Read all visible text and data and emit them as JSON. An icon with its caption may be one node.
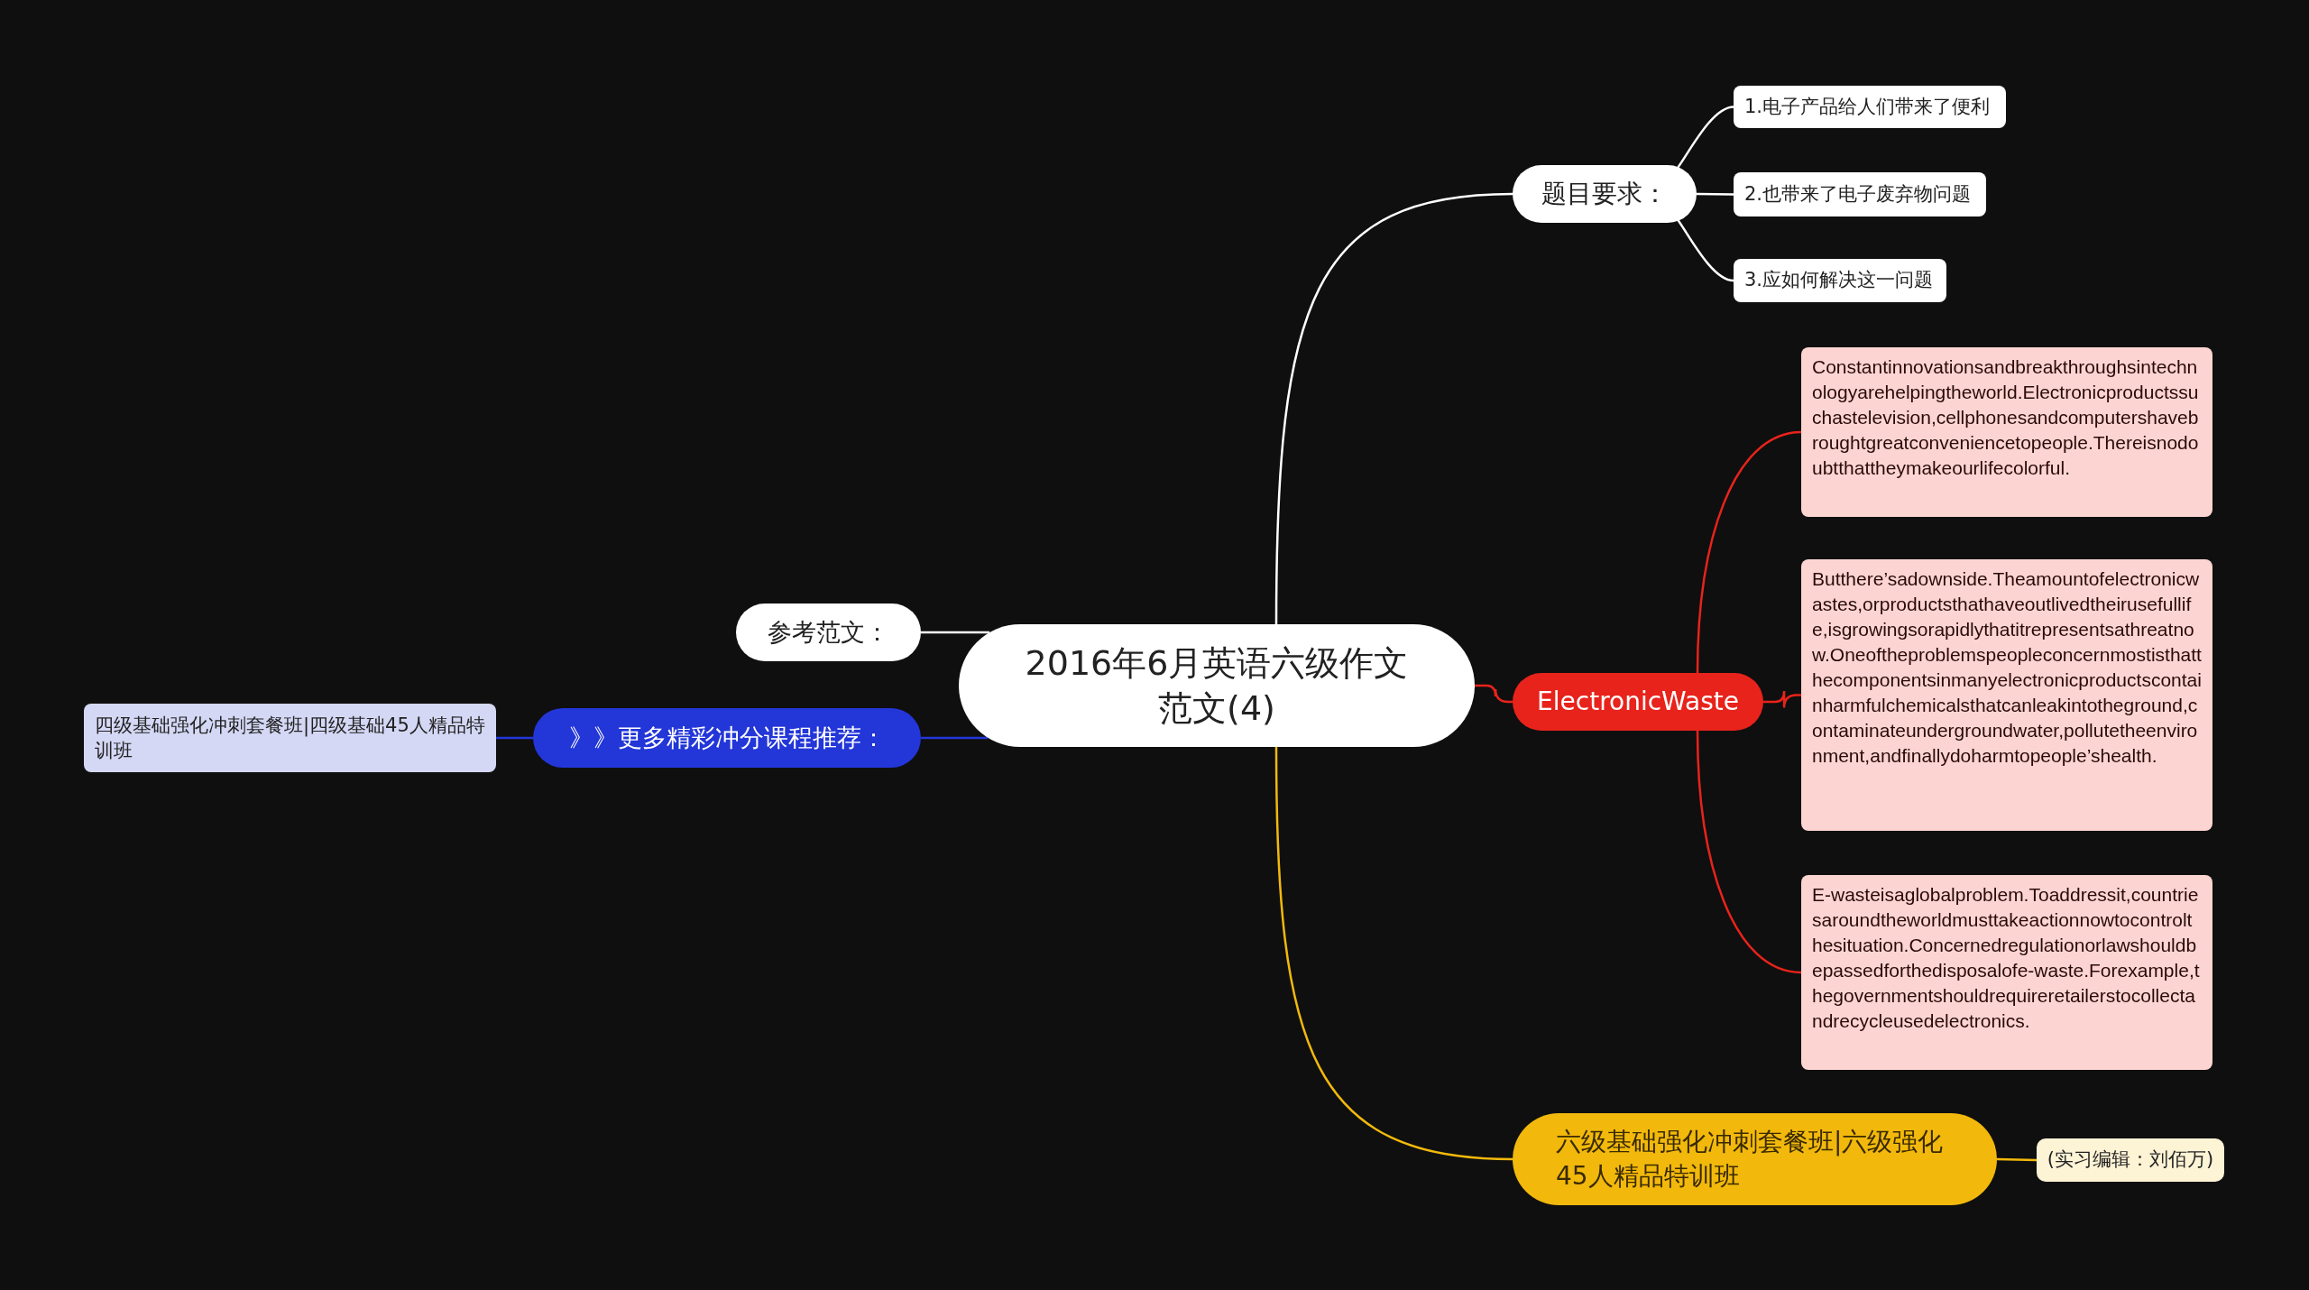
{
  "diagram": {
    "nodes": [
      {
        "text": [
          "2016年6月英语六级作文范文(4)"
        ]
      },
      {
        "text": [
          "题目要求："
        ]
      },
      {
        "text": [
          "1.电子产品给人们带来了便利"
        ]
      },
      {
        "text": [
          "2.也带来了电子废弃物问题"
        ]
      },
      {
        "text": [
          "3.应如何解决这一问题"
        ]
      },
      {
        "text": [
          "ElectronicWaste"
        ]
      },
      {
        "text": [
          "Constantinnovationsandbreakthroughsintechnologyarehelpingtheworld.Electronicproductssuchastelevision,cellphonesandcomputershavebroughtgreatconveniencetopeople.Thereisnodoubtthattheymakeourlifecolorful."
        ]
      },
      {
        "text": [
          "Butthere’sadownside.Theamountofelectronicwastes,orproductsthathaveoutlivedtheirusefullife,isgrowingsorapidlythatitrepresentsathreatnow.Oneoftheproblemspeopleconcernmostisthatthecomponentsinmanyelectronicproductscontainharmfulchemicalsthatcanleakintotheground,contaminateundergroundwater,pollutetheenvironment,andfinallydoharmtopeople’shealth."
        ]
      },
      {
        "text": [
          "E-wasteisaglobalproblem.Toaddressit,countriesaroundtheworldmusttakeactionnowtocontrolthesituation.Concernedregulationorlawshouldbepassedforthedisposalofe-waste.Forexample,thegovernmentshouldrequireretailerstocollectandrecycleusedelectronics."
        ]
      },
      {
        "text": [
          "六级基础强化冲刺套餐班|六级强化45人精品特训班"
        ]
      },
      {
        "text": [
          "(实习编辑：刘佰万)"
        ]
      },
      {
        "text": [
          "参考范文："
        ]
      },
      {
        "text": [
          "》》更多精彩冲分课程推荐："
        ]
      },
      {
        "text": [
          "四级基础强化冲刺套餐班|四级基础45人精品特训班"
        ]
      }
    ],
    "edges": [
      {
        "from": 0,
        "to": 1,
        "arrow": "none"
      },
      {
        "from": 1,
        "to": 2,
        "arrow": "none"
      },
      {
        "from": 1,
        "to": 3,
        "arrow": "none"
      },
      {
        "from": 1,
        "to": 4,
        "arrow": "none"
      },
      {
        "from": 0,
        "to": 5,
        "arrow": "none",
        "color": "#e8231b"
      },
      {
        "from": 5,
        "to": 6,
        "arrow": "none",
        "color": "#e8231b"
      },
      {
        "from": 5,
        "to": 7,
        "arrow": "none",
        "color": "#e8231b"
      },
      {
        "from": 5,
        "to": 8,
        "arrow": "none",
        "color": "#e8231b"
      },
      {
        "from": 0,
        "to": 9,
        "arrow": "none",
        "color": "#f2b90c"
      },
      {
        "from": 9,
        "to": 10,
        "arrow": "none",
        "color": "#f2b90c"
      },
      {
        "from": 0,
        "to": 11,
        "arrow": "none"
      },
      {
        "from": 0,
        "to": 12,
        "arrow": "none",
        "color": "#2336d8"
      },
      {
        "from": 12,
        "to": 13,
        "arrow": "none",
        "color": "#2336d8"
      }
    ]
  }
}
